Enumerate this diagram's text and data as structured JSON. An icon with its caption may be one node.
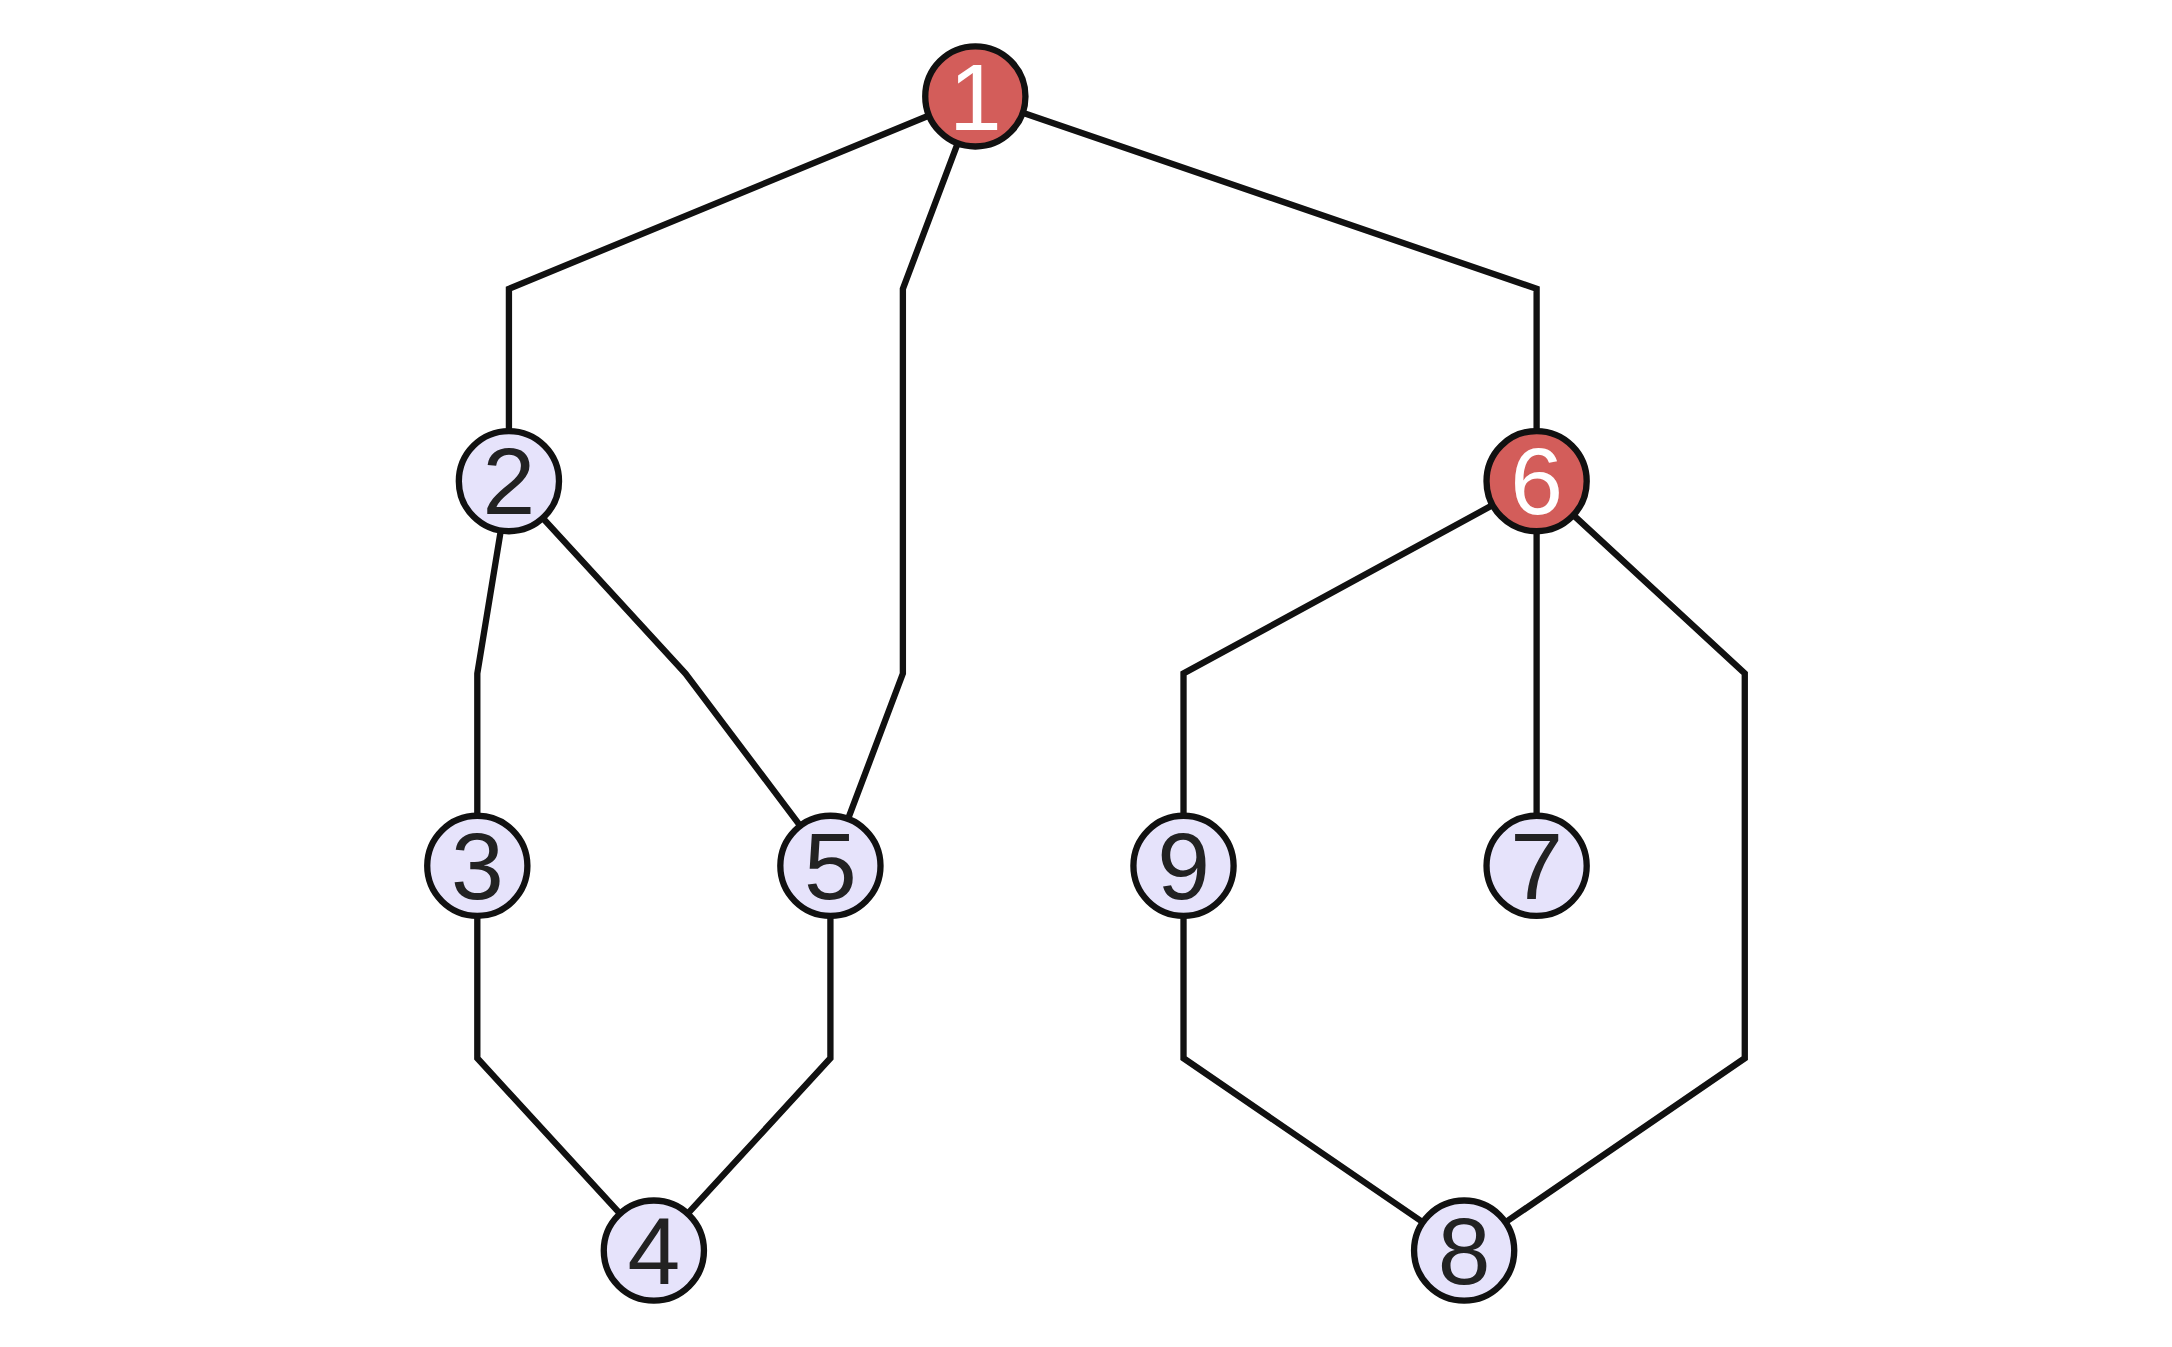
{
  "diagram": {
    "nodes": [
      {
        "text": [
          "1"
        ]
      },
      {
        "text": [
          "2"
        ]
      },
      {
        "text": [
          "3"
        ]
      },
      {
        "text": [
          "4"
        ]
      },
      {
        "text": [
          "5"
        ]
      },
      {
        "text": [
          "6"
        ]
      },
      {
        "text": [
          "7"
        ]
      },
      {
        "text": [
          "8"
        ]
      },
      {
        "text": [
          "9"
        ]
      }
    ],
    "edges": [
      {
        "from": 0,
        "to": 1,
        "arrow": "none"
      },
      {
        "from": 0,
        "to": 4,
        "arrow": "none"
      },
      {
        "from": 0,
        "to": 5,
        "arrow": "none"
      },
      {
        "from": 1,
        "to": 2,
        "arrow": "none"
      },
      {
        "from": 1,
        "to": 4,
        "arrow": "none"
      },
      {
        "from": 2,
        "to": 3,
        "arrow": "none"
      },
      {
        "from": 4,
        "to": 3,
        "arrow": "none"
      },
      {
        "from": 5,
        "to": 8,
        "arrow": "none"
      },
      {
        "from": 5,
        "to": 6,
        "arrow": "none"
      },
      {
        "from": 5,
        "to": 7,
        "arrow": "none"
      },
      {
        "from": 8,
        "to": 7,
        "arrow": "none"
      }
    ]
  }
}
